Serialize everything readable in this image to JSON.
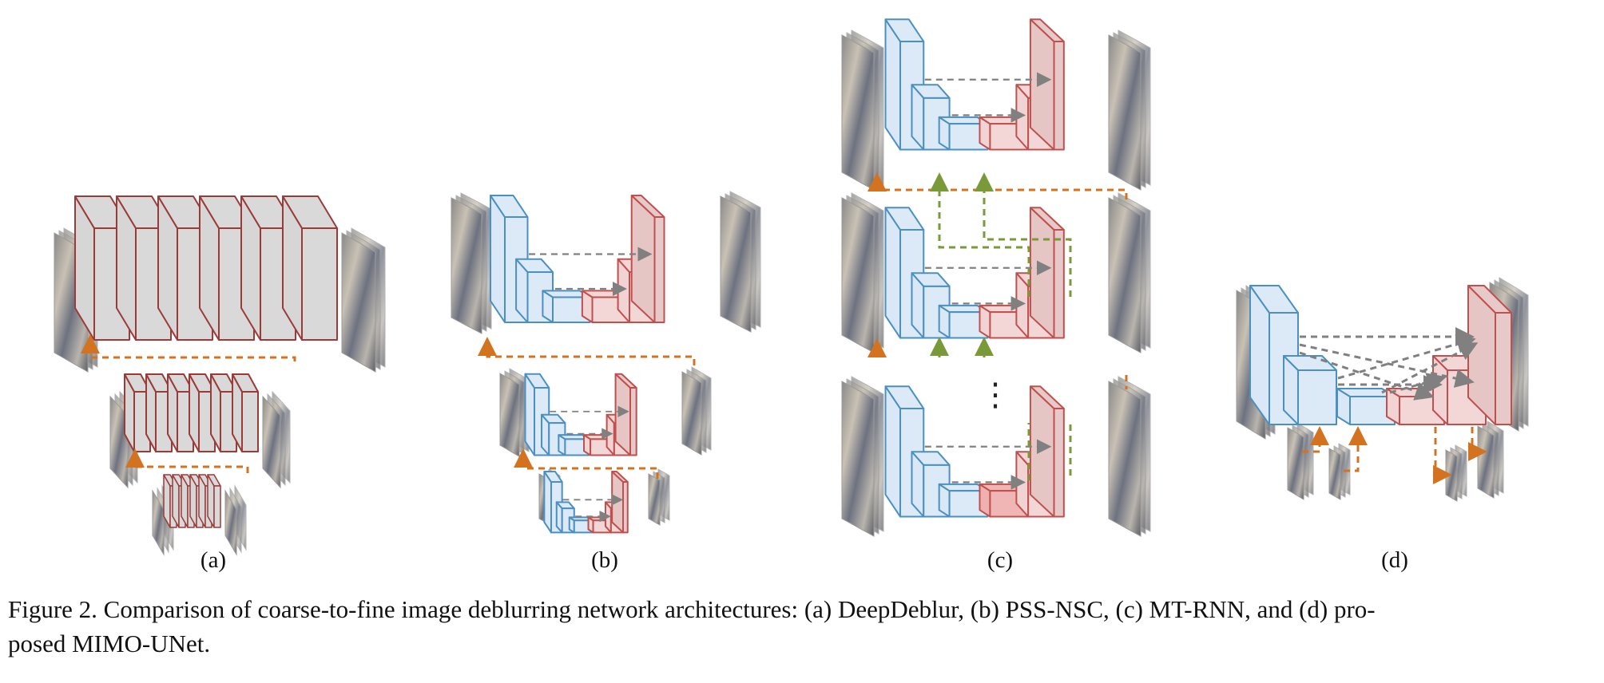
{
  "figure": {
    "panels": [
      {
        "id": "a",
        "label": "(a)",
        "method": "DeepDeblur"
      },
      {
        "id": "b",
        "label": "(b)",
        "method": "PSS-NSC"
      },
      {
        "id": "c",
        "label": "(c)",
        "method": "MT-RNN"
      },
      {
        "id": "d",
        "label": "(d)",
        "method": "MIMO-UNet"
      }
    ],
    "ellipsis": "⋮",
    "colors": {
      "encoder_fill": "#dce9f7",
      "encoder_stroke": "#4a90c2",
      "decoder_fill": "#f3d6d6",
      "decoder_stroke": "#c0504d",
      "resblock_fill": "#d9d9d9",
      "resblock_stroke": "#9b3b38",
      "skip_arrow": "#808080",
      "coarse_to_fine_arrow": "#d4731f",
      "recurrent_arrow": "#7a9a3a"
    },
    "caption": {
      "line1": "Figure 2. Comparison of coarse-to-fine image deblurring network architectures: (a) DeepDeblur, (b) PSS-NSC, (c) MT-RNN, and (d) pro-",
      "line2": "posed MIMO-UNet."
    }
  }
}
